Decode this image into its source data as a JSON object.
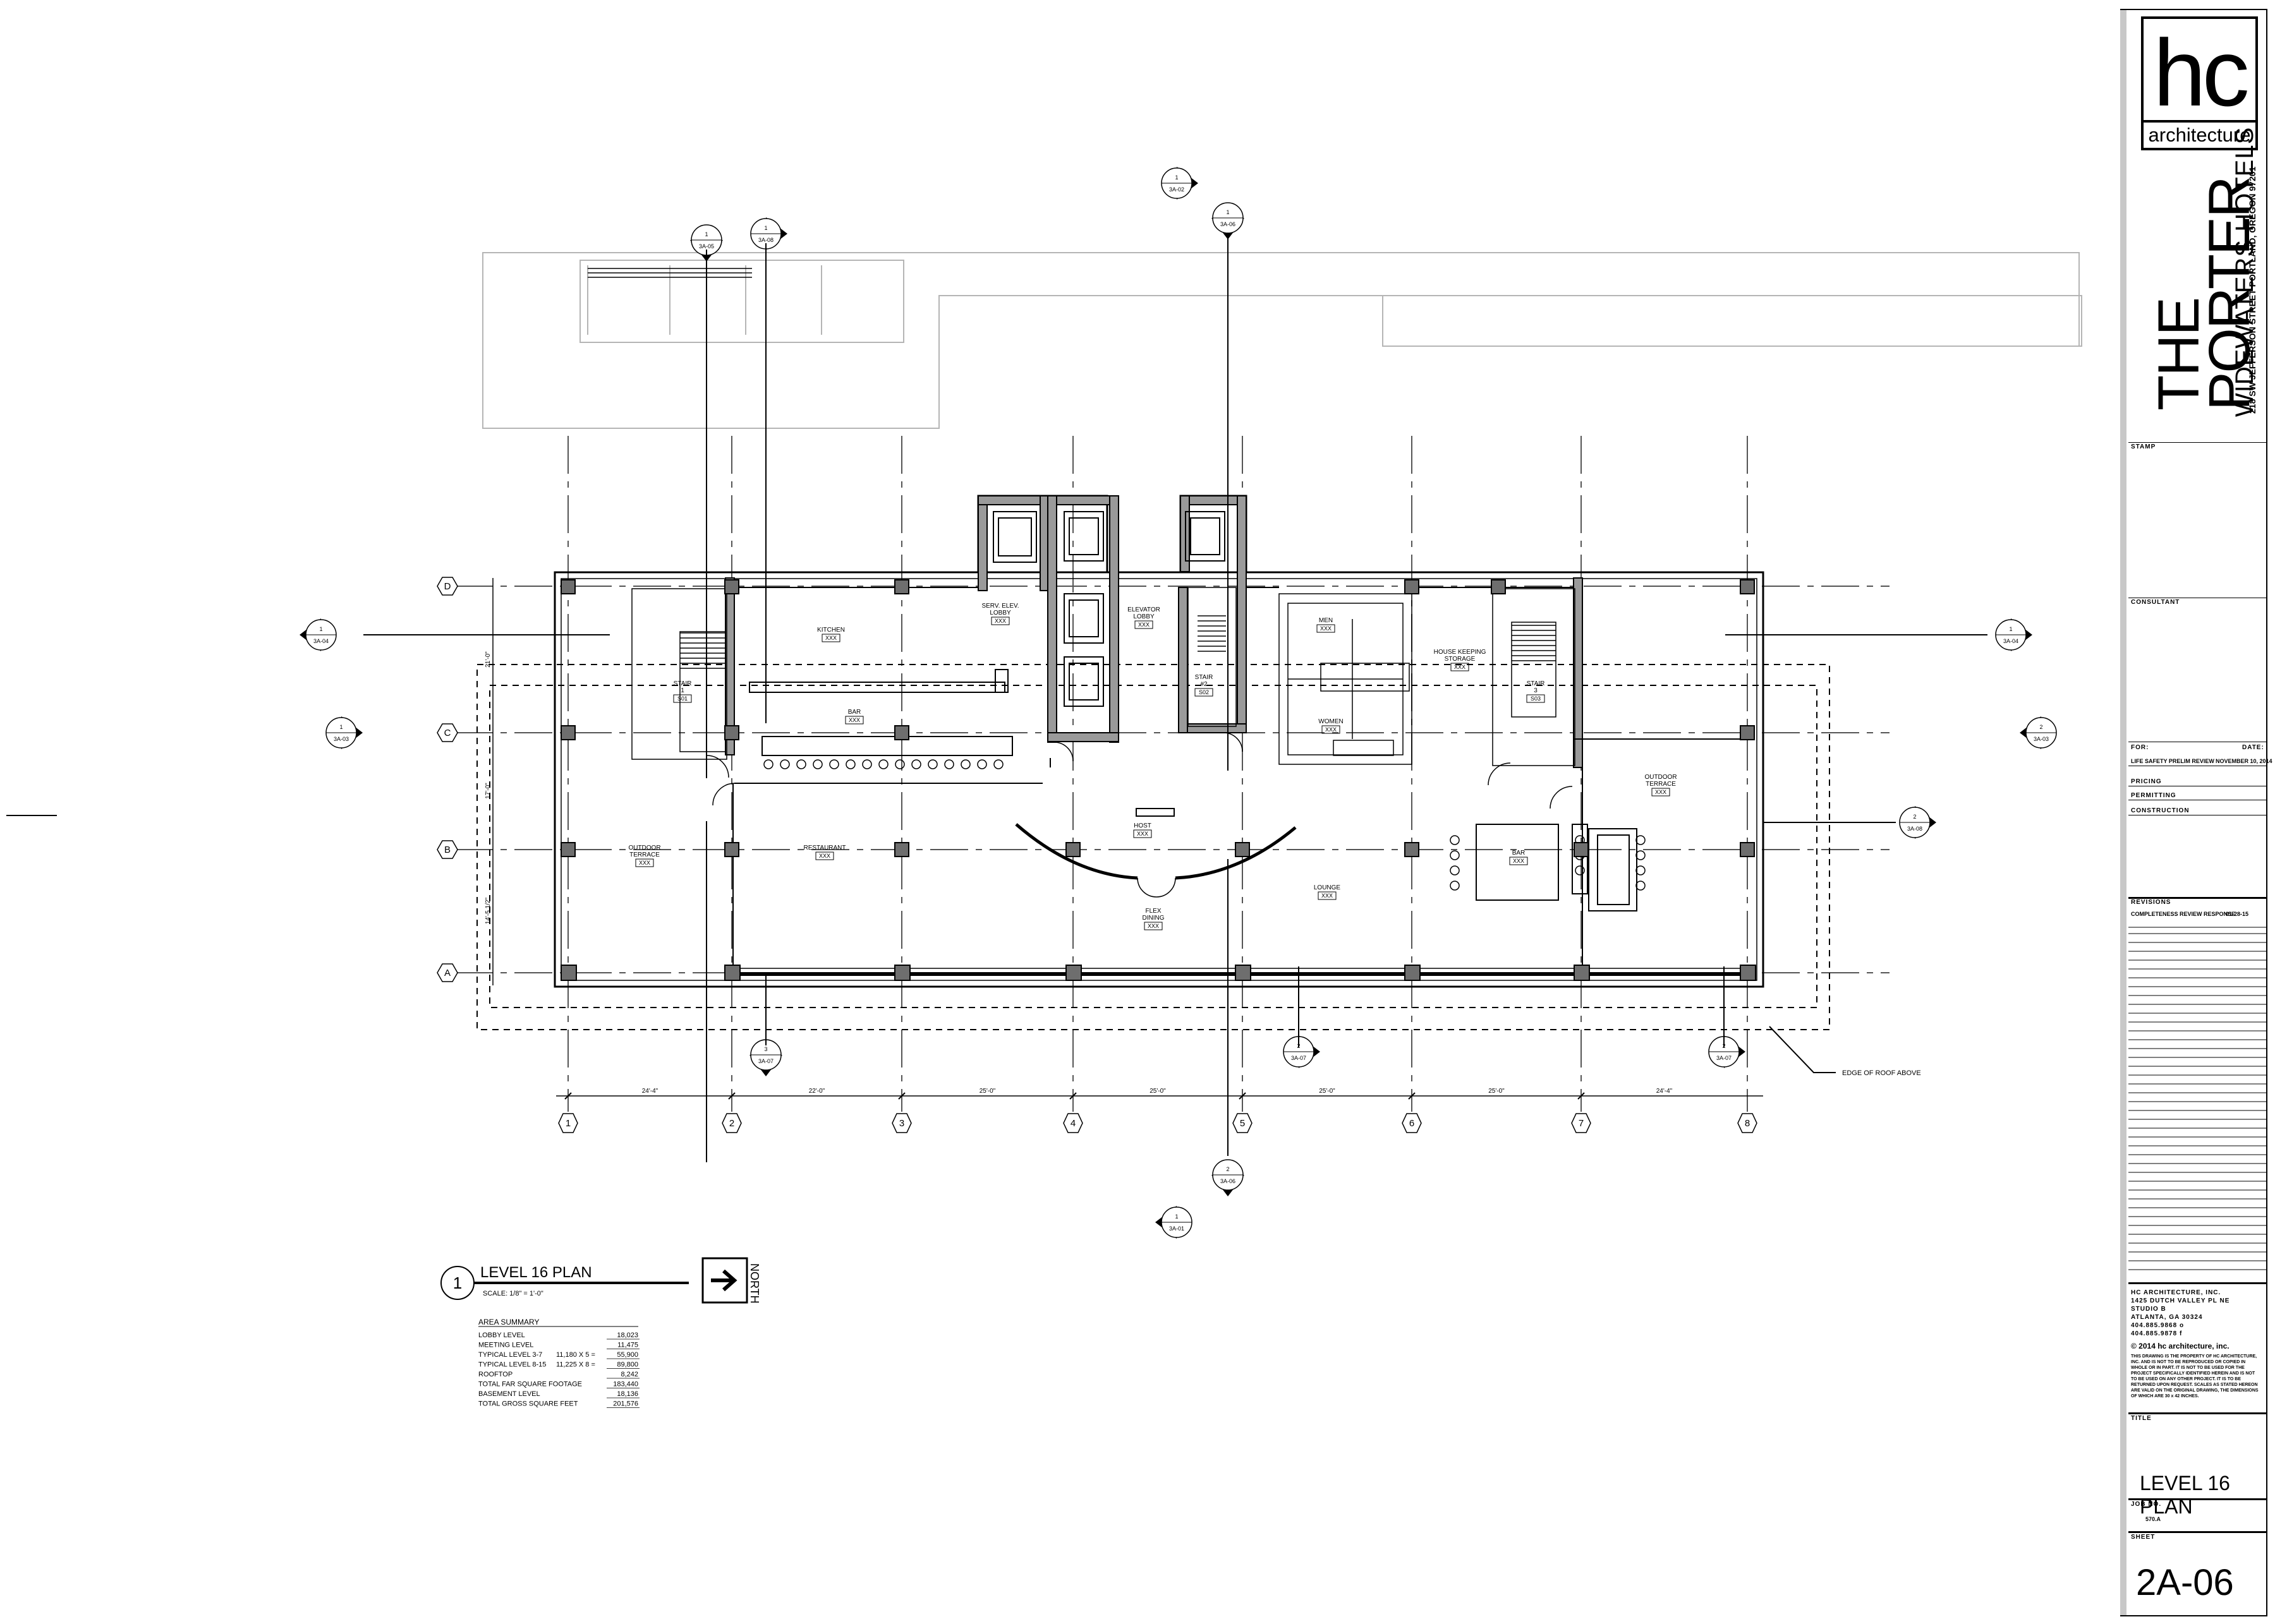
{
  "plan": {
    "room_labels": [
      {
        "id": "kitchen",
        "name": "KITCHEN",
        "tag": "XXX"
      },
      {
        "id": "serv-lobby",
        "name": "SERV. ELEV. LOBBY",
        "tag": "XXX"
      },
      {
        "id": "elevator-lobby",
        "name": "ELEVATOR LOBBY",
        "tag": "XXX"
      },
      {
        "id": "men",
        "name": "MEN",
        "tag": "XXX"
      },
      {
        "id": "housekeeping",
        "name": "HOUSE KEEPING STORAGE",
        "tag": "XXX"
      },
      {
        "id": "stair-1",
        "name": "STAIR 1",
        "tag": "S01"
      },
      {
        "id": "stair-2",
        "name": "STAIR #2",
        "tag": "S02"
      },
      {
        "id": "stair-3",
        "name": "STAIR 3",
        "tag": "S03"
      },
      {
        "id": "bar-1",
        "name": "BAR",
        "tag": "XXX"
      },
      {
        "id": "women",
        "name": "WOMEN",
        "tag": "XXX"
      },
      {
        "id": "outdoor-terrace-e",
        "name": "OUTDOOR TERRACE",
        "tag": "XXX"
      },
      {
        "id": "outdoor-terrace-w",
        "name": "OUTDOOR TERRACE",
        "tag": "XXX"
      },
      {
        "id": "restaurant",
        "name": "RESTAURANT",
        "tag": "XXX"
      },
      {
        "id": "host",
        "name": "HOST",
        "tag": "XXX"
      },
      {
        "id": "bar-2",
        "name": "BAR",
        "tag": "XXX"
      },
      {
        "id": "lounge",
        "name": "LOUNGE",
        "tag": "XXX"
      },
      {
        "id": "flex-dining",
        "name": "FLEX DINING",
        "tag": "XXX"
      }
    ],
    "grid_rows": [
      "D",
      "C",
      "B",
      "A"
    ],
    "grid_cols": [
      "1",
      "2",
      "3",
      "4",
      "5",
      "6",
      "7",
      "8"
    ],
    "bay_dims": [
      "24'-4\"",
      "22'-0\"",
      "25'-0\"",
      "25'-0\"",
      "25'-0\"",
      "25'-0\"",
      "24'-4\""
    ],
    "row_dims": [
      "21'-0\"",
      "17'-0\"",
      "14'-5 1/2\""
    ],
    "callouts": {
      "section_3A05": "1|3A-05",
      "section_3A08": "1|3A-08",
      "section_3A02": "1|3A-02",
      "section_3A06": "1|3A-06",
      "section_3A04": "1|3A-04",
      "section_3A03": "1|3A-03",
      "section_2_3A08": "2|3A-08",
      "section_3_3A07": "3|3A-07",
      "section_2_3A07a": "2|3A-07",
      "section_2_3A07b": "2|3A-07",
      "section_2_3A06": "2|3A-06",
      "section_2_3A03": "2|3A-03",
      "section_2_3A04": "1|3A-04",
      "section_3A01": "1|3A-01"
    },
    "edge_note": "EDGE OF ROOF ABOVE"
  },
  "plan_title": {
    "number": "1",
    "title": "LEVEL 16 PLAN",
    "scale": "SCALE: 1/8\" = 1'-0\"",
    "north": "NORTH"
  },
  "area_summary": {
    "heading": "AREA SUMMARY",
    "rows": [
      {
        "label": "LOBBY LEVEL",
        "mid": "",
        "value": "18,023"
      },
      {
        "label": "MEETING LEVEL",
        "mid": "",
        "value": "11,475"
      },
      {
        "label": "TYPICAL LEVEL 3-7",
        "mid": "11,180  X 5  =",
        "value": "55,900"
      },
      {
        "label": "TYPICAL LEVEL 8-15",
        "mid": "11,225  X 8  =",
        "value": "89,800"
      },
      {
        "label": "ROOFTOP",
        "mid": "",
        "value": "8,242"
      },
      {
        "label": "TOTAL FAR SQUARE FOOTAGE",
        "mid": "",
        "value": "183,440"
      },
      {
        "label": "BASEMENT LEVEL",
        "mid": "",
        "value": "18,136"
      },
      {
        "label": "TOTAL GROSS SQUARE FEET",
        "mid": "",
        "value": "201,576"
      }
    ]
  },
  "title_block": {
    "logo_mark": "hc",
    "logo_sub": "architecture",
    "project_line1": "THE",
    "project_line2": "PORTER",
    "address": "218 SW JEFFERSON STREET PORTLAND, OREGON 97201",
    "client": "WIDEWATERS HOTELS",
    "stamp_label": "STAMP",
    "consultant_label": "CONSULTANT",
    "for_label": "FOR:",
    "date_label": "DATE:",
    "issue_1": "LIFE SAFETY PRELIM REVIEW",
    "issue_1_date": "NOVEMBER 10, 2014",
    "pricing": "PRICING",
    "permitting": "PERMITTING",
    "construction": "CONSTRUCTION",
    "revisions_label": "REVISIONS",
    "revision_1": "COMPLETENESS REVIEW RESPONSE",
    "revision_1_date": "01-28-15",
    "firm_lines": [
      "HC ARCHITECTURE, INC.",
      "1425 DUTCH VALLEY PL NE",
      "STUDIO B",
      "ATLANTA, GA 30324",
      "404.885.9868 o",
      "404.885.9878 f"
    ],
    "copyright": "© 2014 hc architecture, inc.",
    "fine_print": "THIS DRAWING IS THE PROPERTY OF HC ARCHITECTURE, INC. AND IS NOT TO BE REPRODUCED OR COPIED IN WHOLE OR IN PART. IT IS NOT TO BE USED FOR THE PROJECT SPECIFICALLY IDENTIFIED HEREIN AND IS NOT TO BE USED ON ANY OTHER PROJECT. IT IS TO BE RETURNED UPON REQUEST. SCALES AS STATED HEREON ARE VALID ON THE ORIGINAL DRAWING, THE DIMENSIONS OF WHICH ARE 30 x 42 INCHES.",
    "title_label": "TITLE",
    "sheet_title": "LEVEL 16 PLAN",
    "job_label": "JOB NO.",
    "job_no": "570.A",
    "sheet_label": "SHEET",
    "sheet_no": "2A-06"
  }
}
